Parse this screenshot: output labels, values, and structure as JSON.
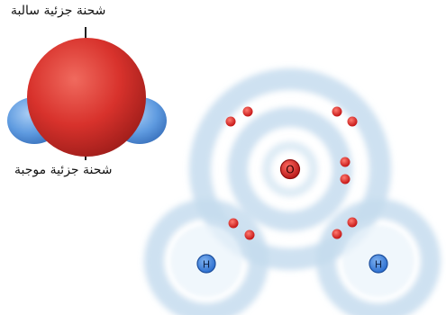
{
  "labels": {
    "partial_negative": "شحنة جزئية سالبة",
    "partial_positive": "شحنة جزئية موجبة"
  },
  "atoms": {
    "oxygen": "O",
    "hydrogen_left": "H",
    "hydrogen_right": "H"
  },
  "colors": {
    "oxygen_region": "#d8322c",
    "hydrogen_region": "#5f9be0",
    "electron": "#d81f1f",
    "shell_glow": "#bcd6ec",
    "atom_ring_h": "#2c6fd0"
  }
}
